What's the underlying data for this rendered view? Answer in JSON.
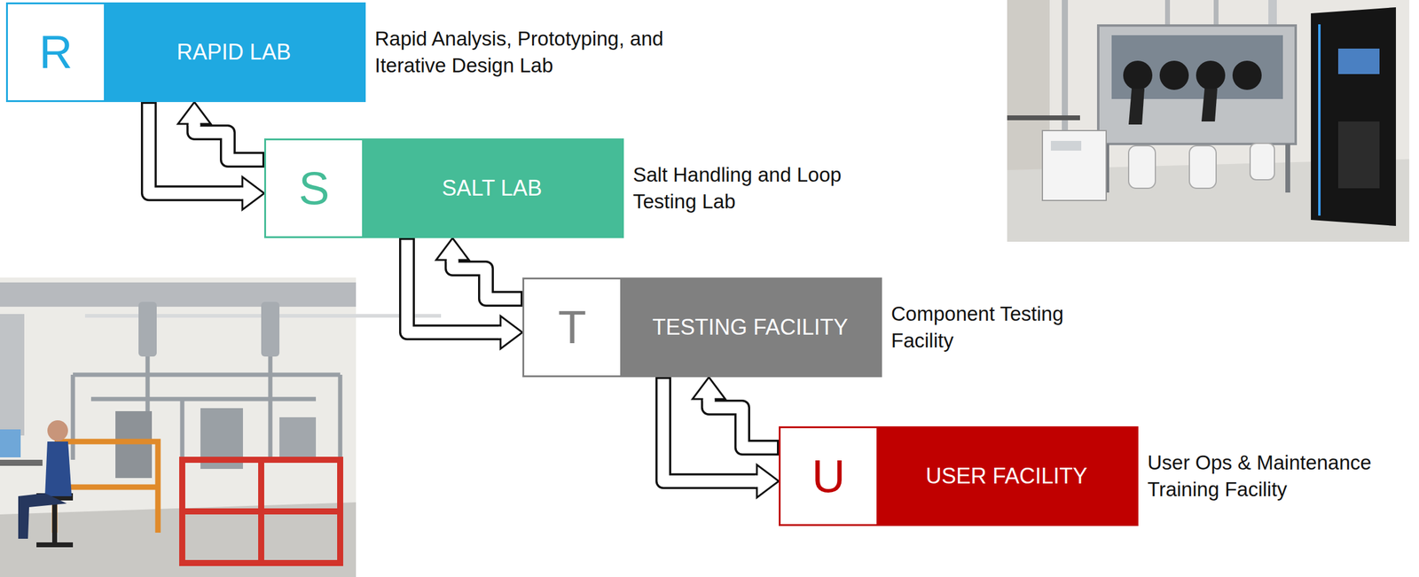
{
  "diagram": {
    "nodes": [
      {
        "text": [
          "R",
          "RAPID LAB",
          "Rapid Analysis, Prototyping, and Iterative Design Lab"
        ]
      },
      {
        "text": [
          "S",
          "SALT LAB",
          "Salt Handling and Loop Testing Lab"
        ]
      },
      {
        "text": [
          "T",
          "TESTING FACILITY",
          "Component Testing Facility"
        ]
      },
      {
        "text": [
          "U",
          "USER FACILITY",
          "User Ops & Maintenance Training Facility"
        ]
      }
    ],
    "edges": [
      {
        "from": 0,
        "to": 1,
        "arrow": "to"
      },
      {
        "from": 1,
        "to": 0,
        "arrow": "to"
      },
      {
        "from": 1,
        "to": 2,
        "arrow": "to"
      },
      {
        "from": 2,
        "to": 1,
        "arrow": "to"
      },
      {
        "from": 2,
        "to": 3,
        "arrow": "to"
      },
      {
        "from": 3,
        "to": 2,
        "arrow": "to"
      }
    ]
  }
}
